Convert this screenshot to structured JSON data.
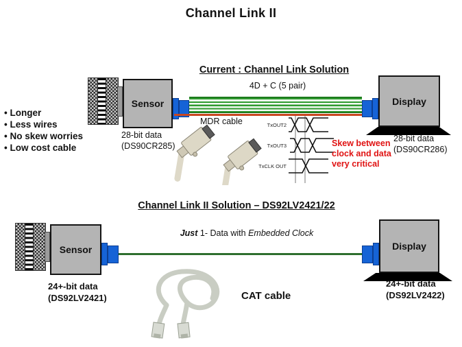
{
  "title": "Channel Link II",
  "palette": {
    "box_gray": "#b4b4b4",
    "connector_blue": "#1663d6",
    "wire_green": "#2e8b2e",
    "wire_red": "#c8461f",
    "note_red": "#e01212"
  },
  "section1": {
    "heading": "Current : Channel Link Solution",
    "bullets": [
      "Longer",
      "Less wires",
      "No skew worries",
      "Low cost cable"
    ],
    "sensor": {
      "label": "Sensor",
      "data_line1": "28-bit data",
      "data_line2": "(DS90CR285)"
    },
    "display": {
      "label": "Display",
      "data_line1": "28-bit data",
      "data_line2": "(DS90CR286)"
    },
    "cable_label": "4D + C (5 pair)",
    "mdr_label": "MDR  cable",
    "waveform_labels": [
      "TxOUT2",
      "TxOUT3",
      "TxCLK OUT"
    ],
    "skew_note": [
      "Skew between",
      "clock and data",
      "very critical"
    ]
  },
  "section2": {
    "heading": "Channel Link II Solution – DS92LV2421/22",
    "subtitle": {
      "just": "Just",
      "mid": " 1- Data  with ",
      "emph": "Embedded Clock"
    },
    "sensor": {
      "label": "Sensor",
      "data_line1": "24+-bit data",
      "data_line2": "(DS92LV2421)"
    },
    "display": {
      "label": "Display",
      "data_line1": "24+-bit data",
      "data_line2": "(DS92LV2422)"
    },
    "cat_label": "CAT cable"
  }
}
